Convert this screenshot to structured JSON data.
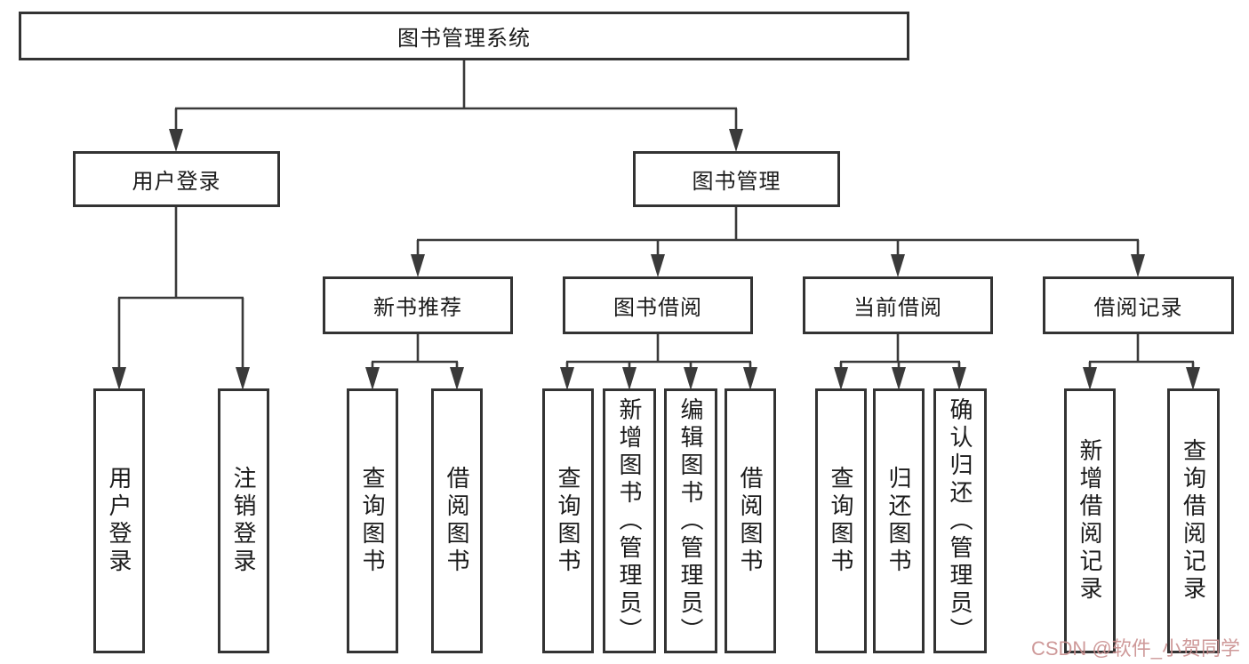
{
  "nodes": {
    "root": "图书管理系统",
    "user_login": "用户登录",
    "book_management": "图书管理",
    "new_book_recommend": "新书推荐",
    "book_borrowing": "图书借阅",
    "current_borrowing": "当前借阅",
    "borrow_records": "借阅记录",
    "leaf_user_login": "用户登录",
    "leaf_logout": "注销登录",
    "leaf_nb_query": "查询图书",
    "leaf_nb_borrow": "借阅图书",
    "leaf_bb_query": "查询图书",
    "leaf_bb_add": "新增图书（管理员）",
    "leaf_bb_edit": "编辑图书（管理员）",
    "leaf_bb_borrow": "借阅图书",
    "leaf_cb_query": "查询图书",
    "leaf_cb_return": "归还图书",
    "leaf_cb_confirm": "确认归还（管理员）",
    "leaf_br_add": "新增借阅记录",
    "leaf_br_query": "查询借阅记录"
  },
  "hierarchy": {
    "图书管理系统": [
      "用户登录",
      "图书管理"
    ],
    "用户登录": [
      "用户登录",
      "注销登录"
    ],
    "图书管理": [
      "新书推荐",
      "图书借阅",
      "当前借阅",
      "借阅记录"
    ],
    "新书推荐": [
      "查询图书",
      "借阅图书"
    ],
    "图书借阅": [
      "查询图书",
      "新增图书（管理员）",
      "编辑图书（管理员）",
      "借阅图书"
    ],
    "当前借阅": [
      "查询图书",
      "归还图书",
      "确认归还（管理员）"
    ],
    "借阅记录": [
      "新增借阅记录",
      "查询借阅记录"
    ]
  },
  "watermark": "CSDN @软件_小贺同学",
  "colors": {
    "line": "#3a3a3a",
    "box_border": "#333333",
    "text": "#1b1b1b",
    "watermark": "#c98f8f",
    "background": "#ffffff"
  }
}
